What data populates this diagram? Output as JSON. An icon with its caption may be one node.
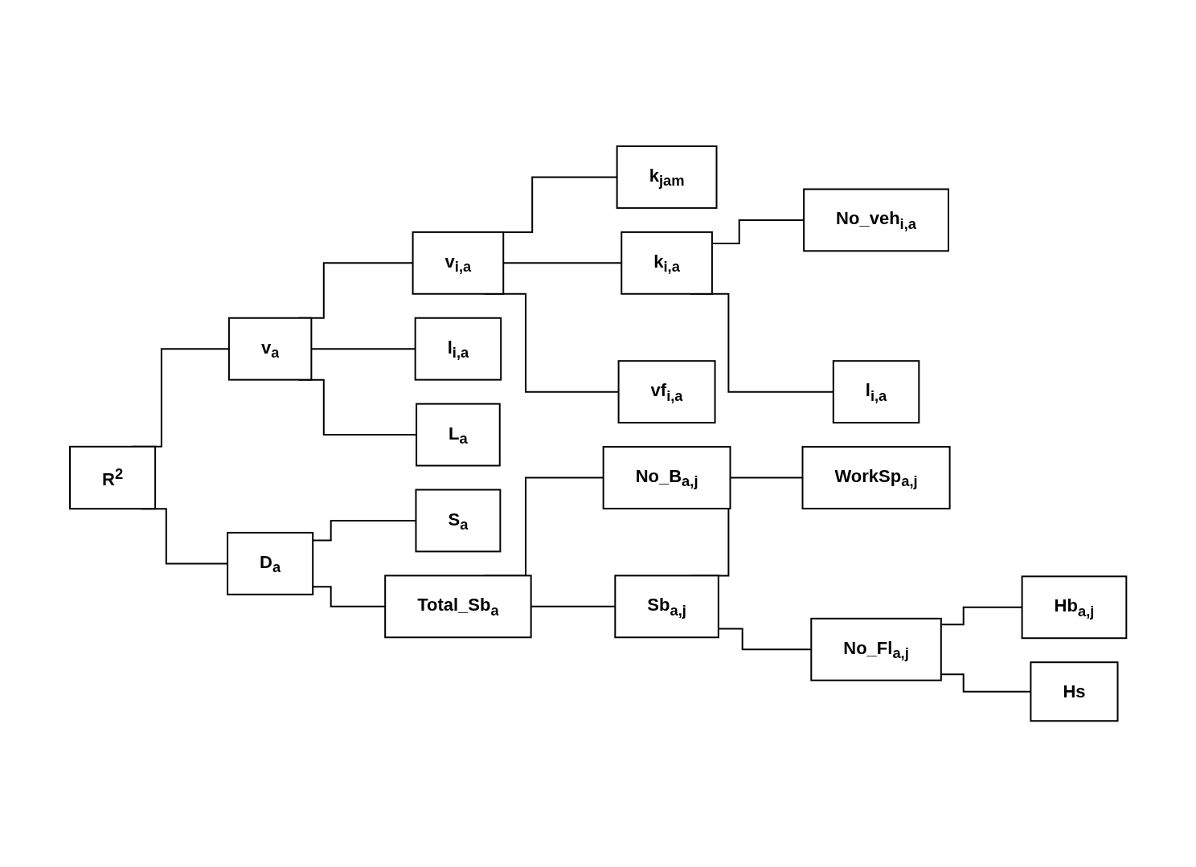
{
  "diagram": {
    "nodes": [
      {
        "text": [
          "R$^{2}$"
        ]
      },
      {
        "text": [
          "v$_{a}$"
        ]
      },
      {
        "text": [
          "v$_{i,a}$"
        ]
      },
      {
        "text": [
          "k$_{jam}$"
        ]
      },
      {
        "text": [
          "k$_{i,a}$"
        ]
      },
      {
        "text": [
          "No_veh$_{i,a}$"
        ]
      },
      {
        "text": [
          "l$_{i,a}$"
        ]
      },
      {
        "text": [
          "vf$_{i,a}$"
        ]
      },
      {
        "text": [
          "l$_{i,a}$"
        ]
      },
      {
        "text": [
          "L$_{a}$"
        ]
      },
      {
        "text": [
          "D$_{a}$"
        ]
      },
      {
        "text": [
          "S$_{a}$"
        ]
      },
      {
        "text": [
          "Total_Sb$_{a}$"
        ]
      },
      {
        "text": [
          "No_B$_{a,j}$"
        ]
      },
      {
        "text": [
          "Sb$_{a,j}$"
        ]
      },
      {
        "text": [
          "WorkSp$_{a,j}$"
        ]
      },
      {
        "text": [
          "No_Fl$_{a,j}$"
        ]
      },
      {
        "text": [
          "Hb$_{a,j}$"
        ]
      },
      {
        "text": [
          "Hs"
        ]
      }
    ],
    "edges": [
      {
        "from": 0,
        "to": 1,
        "arrow": "none"
      },
      {
        "from": 1,
        "to": 2,
        "arrow": "none"
      },
      {
        "from": 2,
        "to": 3,
        "arrow": "none"
      },
      {
        "from": 2,
        "to": 4,
        "arrow": "none"
      },
      {
        "from": 4,
        "to": 5,
        "arrow": "none"
      },
      {
        "from": 4,
        "to": 6,
        "arrow": "none"
      },
      {
        "from": 2,
        "to": 7,
        "arrow": "none"
      },
      {
        "from": 1,
        "to": 8,
        "arrow": "none"
      },
      {
        "from": 1,
        "to": 9,
        "arrow": "none"
      },
      {
        "from": 0,
        "to": 10,
        "arrow": "none"
      },
      {
        "from": 10,
        "to": 11,
        "arrow": "none"
      },
      {
        "from": 10,
        "to": 12,
        "arrow": "none"
      },
      {
        "from": 12,
        "to": 13,
        "arrow": "none"
      },
      {
        "from": 12,
        "to": 14,
        "arrow": "none"
      },
      {
        "from": 14,
        "to": 15,
        "arrow": "none"
      },
      {
        "from": 14,
        "to": 16,
        "arrow": "none"
      },
      {
        "from": 16,
        "to": 17,
        "arrow": "none"
      },
      {
        "from": 16,
        "to": 18,
        "arrow": "none"
      }
    ]
  }
}
